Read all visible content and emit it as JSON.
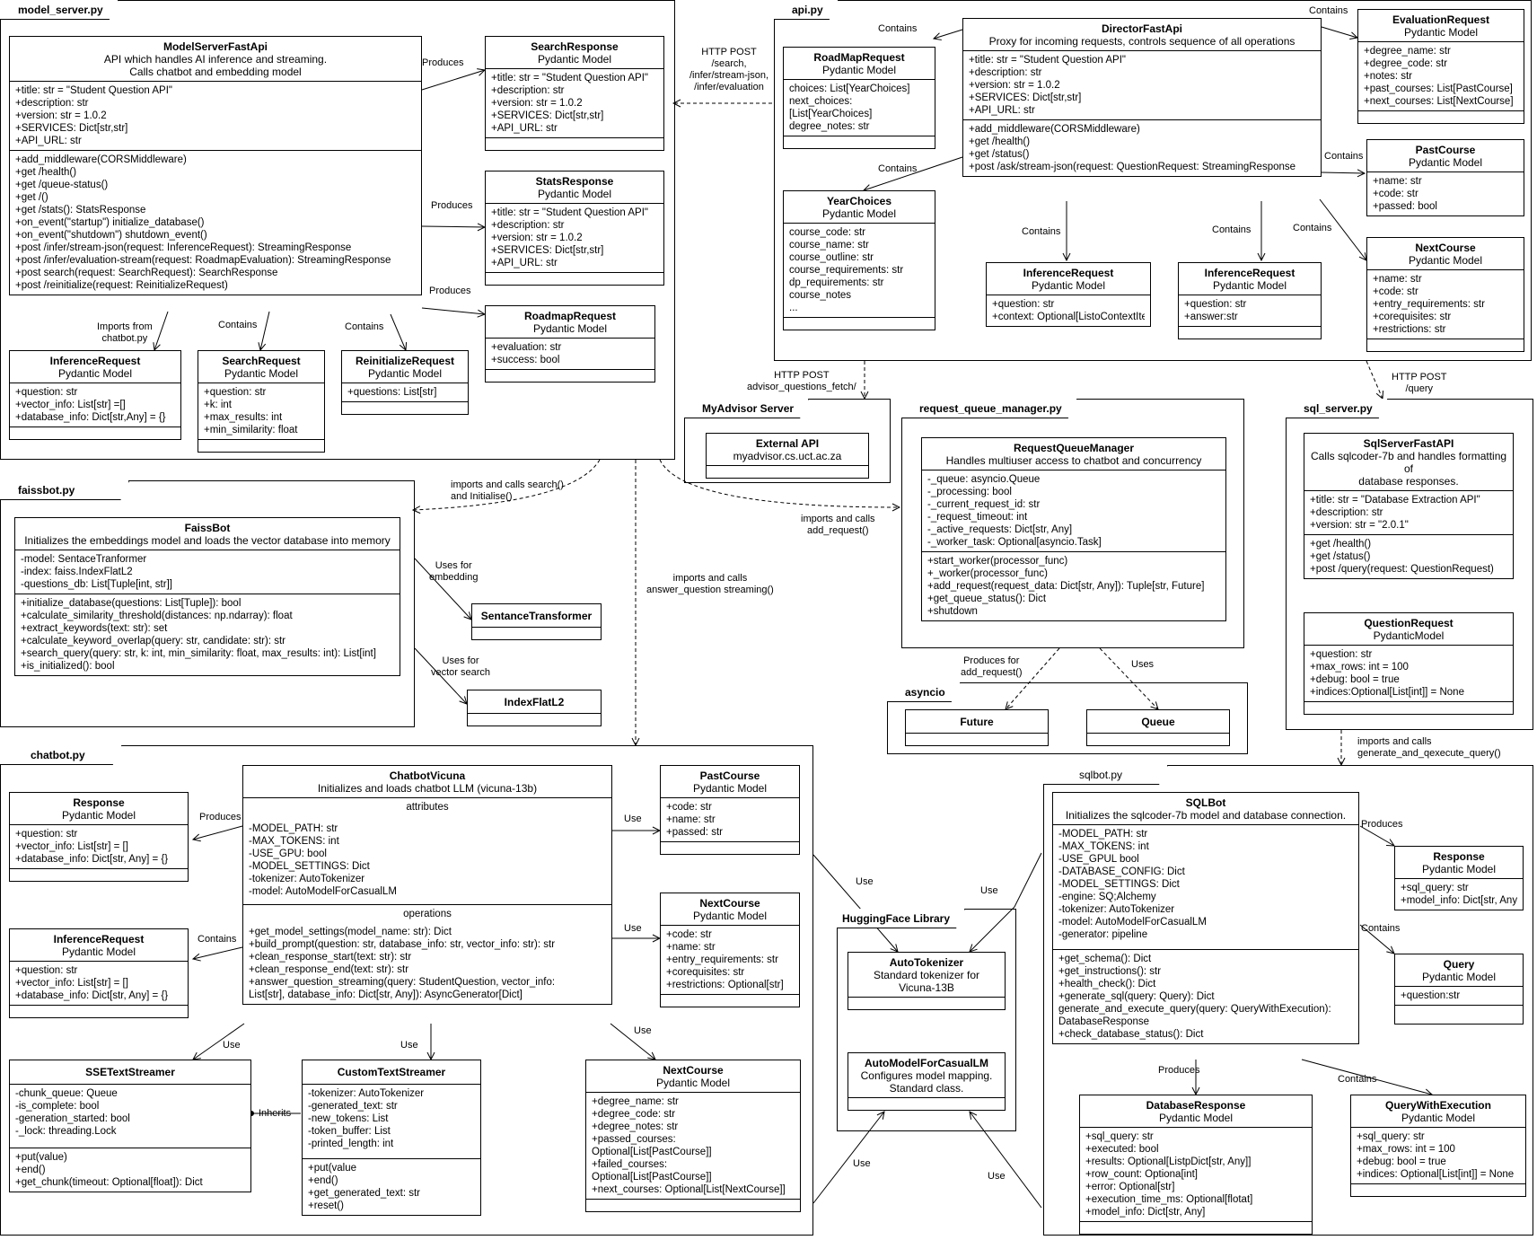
{
  "packages": {
    "model_server": "model_server.py",
    "api": "api.py",
    "faissbot": "faissbot.py",
    "myadvisor": "MyAdvisor Server",
    "rqm": "request_queue_manager.py",
    "sql_server": "sql_server.py",
    "asyncio": "asyncio",
    "chatbot": "chatbot.py",
    "sqlbot": "sqlbot.py",
    "huggingface": "HuggingFace Library"
  },
  "classes": {
    "modelserver": {
      "name": "ModelServerFastApi",
      "sub": [
        "API which handles AI inference and streaming.",
        "Calls chatbot and embedding model"
      ],
      "attrs": [
        "+title: str = \"Student Question API\"",
        "+description: str",
        "+version: str = 1.0.2",
        "+SERVICES: Dict[str,str]",
        "+API_URL: str"
      ],
      "ops": [
        "+add_middleware(CORSMiddleware)",
        "+get /health()",
        "+get /queue-status()",
        "+get /()",
        "+get /stats(): StatsResponse",
        "+on_event(\"startup\") initialize_database()",
        "+on_event(\"shutdown\") shutdown_event()",
        "+post /infer/stream-json(request: InferenceRequest): StreamingResponse",
        "+post /infer/evaluation-stream(request: RoadmapEvaluation): StreamingResponse",
        "+post search(request: SearchRequest): SearchResponse",
        "+post /reinitialize(request: ReinitializeRequest)"
      ]
    },
    "searchresponse": {
      "name": "SearchResponse",
      "sub": [
        "Pydantic Model"
      ],
      "attrs": [
        "+title: str = \"Student Question API\"",
        "+description: str",
        "+version: str = 1.0.2",
        "+SERVICES: Dict[str,str]",
        "+API_URL: str"
      ]
    },
    "statsresponse": {
      "name": "StatsResponse",
      "sub": [
        "Pydantic Model"
      ],
      "attrs": [
        "+title: str = \"Student Question API\"",
        "+description: str",
        "+version: str = 1.0.2",
        "+SERVICES: Dict[str,str]",
        "+API_URL: str"
      ]
    },
    "roadmaprequest": {
      "name": "RoadmapRequest",
      "sub": [
        "Pydantic Model"
      ],
      "attrs": [
        "+evaluation: str",
        "+success: bool"
      ]
    },
    "ms_inferencerequest": {
      "name": "InferenceRequest",
      "sub": [
        "Pydantic Model"
      ],
      "attrs": [
        "+question: str",
        "+vector_info: List[str] =[]",
        "+database_info: Dict[str,Any] = {}"
      ]
    },
    "searchrequest": {
      "name": "SearchRequest",
      "sub": [
        "Pydantic Model"
      ],
      "attrs": [
        "+question: str",
        "+k: int",
        "+max_results: int",
        "+min_similarity: float"
      ]
    },
    "reinitializerequest": {
      "name": "ReinitializeRequest",
      "sub": [
        "Pydantic Model"
      ],
      "attrs": [
        "+questions: List[str]"
      ]
    },
    "director": {
      "name": "DirectorFastApi",
      "sub": [
        "Proxy for incoming requests, controls sequence of all operations"
      ],
      "attrs": [
        "+title: str = \"Student Question API\"",
        "+description: str",
        "+version: str = 1.0.2",
        "+SERVICES: Dict[str,str]",
        "+API_URL: str"
      ],
      "ops": [
        "+add_middleware(CORSMiddleware)",
        "+get /health()",
        "+get /status()",
        "+post /ask/stream-json(request: QuestionRequest: StreamingResponse"
      ]
    },
    "roadmaprequest_api": {
      "name": "RoadMapRequest",
      "sub": [
        "Pydantic Model"
      ],
      "attrs": [
        "choices: List[YearChoices]",
        "next_choices:",
        "[List[YearChoices]",
        "degree_notes: str"
      ]
    },
    "yearchoices": {
      "name": "YearChoices",
      "sub": [
        "Pydantic Model"
      ],
      "attrs": [
        "course_code: str",
        "course_name: str",
        "course_outline: str",
        "course_requirements: str",
        "dp_requirements: str",
        "course_notes",
        "..."
      ]
    },
    "api_inference1": {
      "name": "InferenceRequest",
      "sub": [
        "Pydantic Model"
      ],
      "attrs": [
        "+question: str",
        "+context: Optional[ListoContextItem]]"
      ]
    },
    "api_inference2": {
      "name": "InferenceRequest",
      "sub": [
        "Pydantic Model"
      ],
      "attrs": [
        "+question: str",
        "+answer:str"
      ]
    },
    "evaluationrequest": {
      "name": "EvaluationRequest",
      "sub": [
        "Pydantic Model"
      ],
      "attrs": [
        "+degree_name: str",
        "+degree_code: str",
        "+notes: str",
        "+past_courses: List[PastCourse]",
        "+next_courses: List[NextCourse]"
      ]
    },
    "api_pastcourse": {
      "name": "PastCourse",
      "sub": [
        "Pydantic Model"
      ],
      "attrs": [
        "+name: str",
        "+code: str",
        "+passed: bool"
      ]
    },
    "api_nextcourse": {
      "name": "NextCourse",
      "sub": [
        "Pydantic Model"
      ],
      "attrs": [
        "+name: str",
        "+code: str",
        "+entry_requirements: str",
        "+corequisites: str",
        "+restrictions: str"
      ]
    },
    "externalapi": {
      "name": "External API",
      "sub": [
        "myadvisor.cs.uct.ac.za"
      ]
    },
    "rqm": {
      "name": "RequestQueueManager",
      "sub": [
        "Handles multiuser access to chatbot and concurrency"
      ],
      "attrs": [
        "-_queue: asyncio.Queue",
        "-_processing: bool",
        "-_current_request_id: str",
        "-_request_timeout: int",
        "-_active_requests: Dict[str, Any]",
        "-_worker_task: Optional[asyncio.Task]"
      ],
      "ops": [
        "+start_worker(processor_func)",
        "+_worker(processor_func)",
        "+add_request(request_data: Dict[str, Any]): Tuple[str, Future]",
        "+get_queue_status(): Dict",
        "+shutdown"
      ]
    },
    "future": {
      "name": "Future"
    },
    "queue": {
      "name": "Queue"
    },
    "sqlserver": {
      "name": "SqlServerFastAPI",
      "sub": [
        "Calls sqlcoder-7b and handles formatting of",
        "database responses."
      ],
      "attrs": [
        "+title: str = \"Database Extraction API\"",
        "+description: str",
        "+version: str = \"2.0.1\""
      ],
      "ops": [
        "+get /health()",
        "+get /status()",
        "+post /query(request: QuestionRequest)"
      ]
    },
    "questionrequest": {
      "name": "QuestionRequest",
      "sub": [
        "PydanticModel"
      ],
      "attrs": [
        "+question: str",
        "+max_rows: int = 100",
        "+debug: bool = true",
        "+indices:Optional[List[int]] = None"
      ]
    },
    "faissbot": {
      "name": "FaissBot",
      "sub": [
        "Initializes the embeddings model and loads the vector database into memory"
      ],
      "attrs": [
        "-model: SentaceTranformer",
        "-index: faiss.IndexFlatL2",
        "-questions_db: List[Tuple[int, str]]"
      ],
      "ops": [
        "+initialize_database(questions: List[Tuple]): bool",
        "+calculate_similarity_threshold(distances: np.ndarray): float",
        "+extract_keywords(text: str): set",
        "+calculate_keyword_overlap(query: str, candidate: str): str",
        "+search_query(query: str, k: int, min_similarity: float, max_results: int): List[int]",
        "+is_initialized(): bool"
      ]
    },
    "sentancetransformer": {
      "name": "SentanceTransformer"
    },
    "indexflatl2": {
      "name": "IndexFlatL2"
    },
    "chatbot": {
      "name": "ChatbotVicuna",
      "sub": [
        "Initializes and loads chatbot LLM (vicuna-13b)"
      ],
      "attrs_title": "attributes",
      "attrs": [
        "-MODEL_PATH: str",
        "-MAX_TOKENS: int",
        "-USE_GPU: bool",
        "-MODEL_SETTINGS: Dict",
        "-tokenizer: AutoTokenizer",
        "-model: AutoModelForCasualLM"
      ],
      "ops_title": "operations",
      "ops": [
        "+get_model_settings(model_name: str): Dict",
        "+build_prompt(question: str, database_info: str, vector_info: str): str",
        "+clean_response_start(text: str): str",
        "+clean_response_end(text: str): str",
        "+answer_question_streaming(query: StudentQuestion, vector_info:",
        "List[str], database_info: Dict[str, Any]): AsyncGenerator[Dict]"
      ]
    },
    "cb_response": {
      "name": "Response",
      "sub": [
        "Pydantic Model"
      ],
      "attrs": [
        "+question: str",
        "+vector_info: List[str] = []",
        "+database_info: Dict[str, Any] = {}"
      ]
    },
    "cb_inferencerequest": {
      "name": "InferenceRequest",
      "sub": [
        "Pydantic Model"
      ],
      "attrs": [
        "+question: str",
        "+vector_info: List[str] = []",
        "+database_info: Dict[str, Any] = {}"
      ]
    },
    "cb_pastcourse": {
      "name": "PastCourse",
      "sub": [
        "Pydantic Model"
      ],
      "attrs": [
        "+code: str",
        "+name: str",
        "+passed: str"
      ]
    },
    "cb_nextcourse": {
      "name": "NextCourse",
      "sub": [
        "Pydantic Model"
      ],
      "attrs": [
        "+code: str",
        "+name: str",
        "+entry_requirements: str",
        "+corequisites: str",
        "+restrictions: Optional[str]"
      ]
    },
    "ssetextstreamer": {
      "name": "SSETextStreamer",
      "attrs": [
        "-chunk_queue: Queue",
        "-is_complete: bool",
        "-generation_started: bool",
        "-_lock: threading.Lock"
      ],
      "ops": [
        "+put(value)",
        "+end()",
        "+get_chunk(timeout: Optional[float]): Dict"
      ]
    },
    "customtextstreamer": {
      "name": "CustomTextStreamer",
      "attrs": [
        "-tokenizer: AutoTokenizer",
        "-generated_text: str",
        "-new_tokens: List",
        "-token_buffer: List",
        "-printed_length: int"
      ],
      "ops": [
        "+put(value",
        "+end()",
        "+get_generated_text: str",
        "+reset()"
      ]
    },
    "cb_nextcourse2": {
      "name": "NextCourse",
      "sub": [
        "Pydantic Model"
      ],
      "attrs": [
        "+degree_name: str",
        "+degree_code: str",
        "+degree_notes: str",
        "+passed_courses:",
        "Optional[List[PastCourse]]",
        "+failed_courses:",
        "Optional[List[PastCourse]]",
        "+next_courses: Optional[List[NextCourse]]"
      ]
    },
    "autotokenizer": {
      "name": "AutoTokenizer",
      "sub": [
        "Standard tokenizer for",
        "Vicuna-13B"
      ]
    },
    "automodel": {
      "name": "AutoModelForCasualLM",
      "sub": [
        "Configures model mapping.",
        "Standard class."
      ]
    },
    "sqlbot": {
      "name": "SQLBot",
      "sub": [
        "Initializes the sqlcoder-7b model and database connection."
      ],
      "attrs": [
        "-MODEL_PATH: str",
        "-MAX_TOKENS: int",
        "-USE_GPUL bool",
        "-DATABASE_CONFIG: Dict",
        "-MODEL_SETTINGS: Dict",
        "-engine: SQ;Alchemy",
        "-tokenizer: AutoTokenizer",
        "-model: AutoModelForCasualLM",
        "-generator: pipeline"
      ],
      "ops": [
        "+get_schema(): Dict",
        "+get_instructions(): str",
        "+health_check(): Dict",
        "+generate_sql(query: Query): Dict",
        "generate_and_execute_query(query: QueryWithExecution):",
        "DatabaseResponse",
        "+check_database_status(): Dict"
      ]
    },
    "sb_response": {
      "name": "Response",
      "sub": [
        "Pydantic Model"
      ],
      "attrs": [
        "+sql_query: str",
        "+model_info: Dict[str, Any]"
      ]
    },
    "sb_query": {
      "name": "Query",
      "sub": [
        "Pydantic Model"
      ],
      "attrs": [
        "+question:str"
      ]
    },
    "databaseresponse": {
      "name": "DatabaseResponse",
      "sub": [
        "Pydantic Model"
      ],
      "attrs": [
        "+sql_query: str",
        "+executed: bool",
        "+results: Optional[ListpDict[str, Any]]",
        "+row_count: Optiona[int]",
        "+error: Optional[str]",
        "+execution_time_ms: Optional[flotat]",
        "+model_info: Dict[str, Any]"
      ]
    },
    "querywithexecution": {
      "name": "QueryWithExecution",
      "sub": [
        "Pydantic Model"
      ],
      "attrs": [
        "+sql_query: str",
        "+max_rows: int = 100",
        "+debug: bool = true",
        "+indices: Optional[List[int]] = None"
      ]
    }
  },
  "labels": {
    "produces1": "Produces",
    "produces2": "Produces",
    "produces3": "Produces",
    "imports_chatbot": "Imports from\nchatbot.py",
    "contains_ms1": "Contains",
    "contains_ms2": "Contains",
    "http_post1": "HTTP POST\n/search,\n/infer/stream-json,\n/infer/evaluation",
    "contains_api1": "Contains",
    "contains_api2": "Contains",
    "contains_api3": "Contains",
    "contains_api4": "Contains",
    "contains_api5": "Contains",
    "contains_api6": "Contains",
    "contains_api7": "Contains",
    "http_post2": "HTTP POST\nadvisor_questions_fetch/",
    "http_post3": "HTTP POST\n/query",
    "imports_search": "imports and calls search()\nand Initialise()",
    "imports_add": "imports and calls\nadd_request()",
    "imports_answer": "imports and calls\nanswer_question streaming()",
    "uses_embedding": "Uses for\nembedding",
    "uses_vector": "Uses for\nvector search",
    "produces_add": "Produces for\nadd_request()",
    "uses_q": "Uses",
    "imports_gen": "imports and calls\ngenerate_and_qexecute_query()",
    "cb_produces": "Produces",
    "cb_contains": "Contains",
    "cb_use1": "Use",
    "cb_use2": "Use",
    "cb_use3": "Use",
    "cb_use4": "Use",
    "cb_use5": "Use",
    "cb_inherits": "Inherits",
    "hf_use1": "Use",
    "hf_use2": "Use",
    "hf_use3": "Use",
    "hf_use4": "Use",
    "sb_produces1": "Produces",
    "sb_contains1": "Contains",
    "sb_produces2": "Produces",
    "sb_contains2": "Contains"
  }
}
